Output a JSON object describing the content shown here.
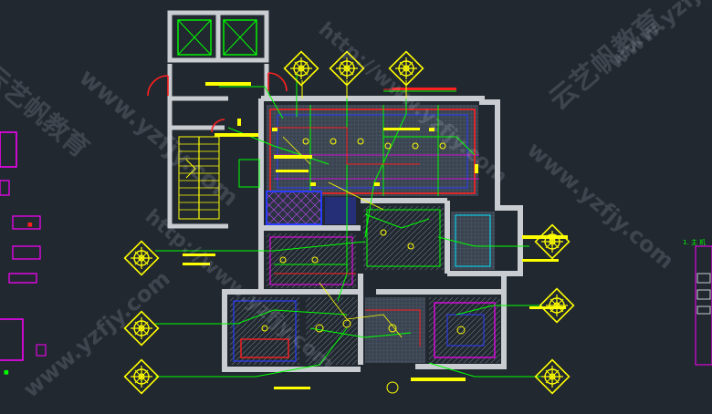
{
  "app": {
    "title": "CAD drawing viewport"
  },
  "colors": {
    "background": "#212830",
    "wall": "#c9ccd0",
    "annotation": "#ffff00",
    "dimension": "#00ff00",
    "accent_red": "#ff2020",
    "accent_blue": "#2a3cff",
    "accent_magenta": "#ff00ff",
    "accent_cyan": "#00e5ff"
  },
  "watermarks": {
    "url_primary": "www.yzfjy.com",
    "url_secondary": "http://www.yzfjy.com",
    "brand": "云艺帆教育"
  },
  "drawing": {
    "left_labels": [
      "■",
      "■"
    ],
    "right_note": "1. 主 机"
  },
  "icons": [
    "lighting-symbol-icon",
    "elevator-shaft-icon",
    "stair-icon",
    "door-swing-icon"
  ]
}
